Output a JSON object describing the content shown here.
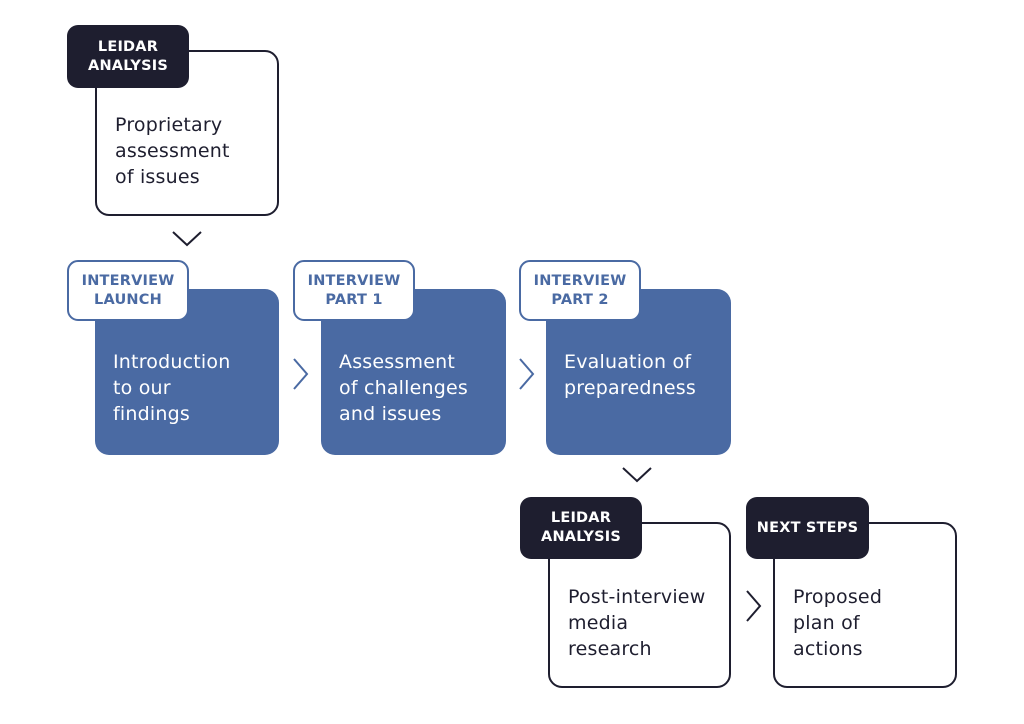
{
  "steps": [
    {
      "tag": "LEIDAR\nANALYSIS",
      "text": "Proprietary\nassessment\nof issues"
    },
    {
      "tag": "INTERVIEW\nLAUNCH",
      "text": "Introduction\nto our\nfindings"
    },
    {
      "tag": "INTERVIEW\nPART 1",
      "text": "Assessment\nof challenges\nand issues"
    },
    {
      "tag": "INTERVIEW\nPART 2",
      "text": "Evaluation of\npreparedness"
    },
    {
      "tag": "LEIDAR\nANALYSIS",
      "text": "Post-interview\nmedia\nresearch"
    },
    {
      "tag": "NEXT STEPS",
      "text": "Proposed\nplan of\nactions"
    }
  ],
  "colors": {
    "dark": "#1e1e2f",
    "blue": "#4a6aa3",
    "white": "#ffffff"
  },
  "arrows": [
    "chevron-down",
    "chevron-right",
    "chevron-right",
    "chevron-down",
    "chevron-right"
  ]
}
